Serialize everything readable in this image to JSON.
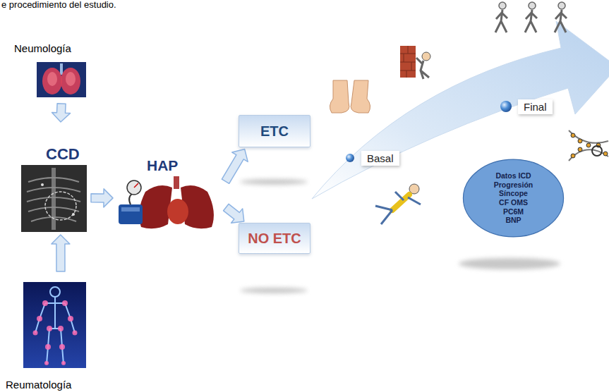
{
  "diagram": {
    "nodes": [
      {
        "text": [
          "Neumología"
        ]
      },
      {
        "text": [
          "CCD"
        ]
      },
      {
        "text": [
          "Reumatología"
        ]
      },
      {
        "text": [
          "HAP"
        ]
      },
      {
        "text": [
          "ETC"
        ]
      },
      {
        "text": [
          "NO ETC"
        ]
      },
      {
        "text": [
          "Datos ICD",
          "Progresión",
          "Síncope",
          "CF OMS",
          "PC6M",
          "BNP"
        ]
      }
    ],
    "edges": [
      {
        "from": 0,
        "to": 1,
        "arrow": "to"
      },
      {
        "from": 2,
        "to": 1,
        "arrow": "to"
      },
      {
        "from": 1,
        "to": 3,
        "arrow": "to"
      },
      {
        "from": 3,
        "to": 4,
        "arrow": "to"
      },
      {
        "from": 3,
        "to": 5,
        "arrow": "to"
      }
    ],
    "labels": [
      "e procedimiento del estudio.",
      "Basal",
      "Final"
    ]
  }
}
